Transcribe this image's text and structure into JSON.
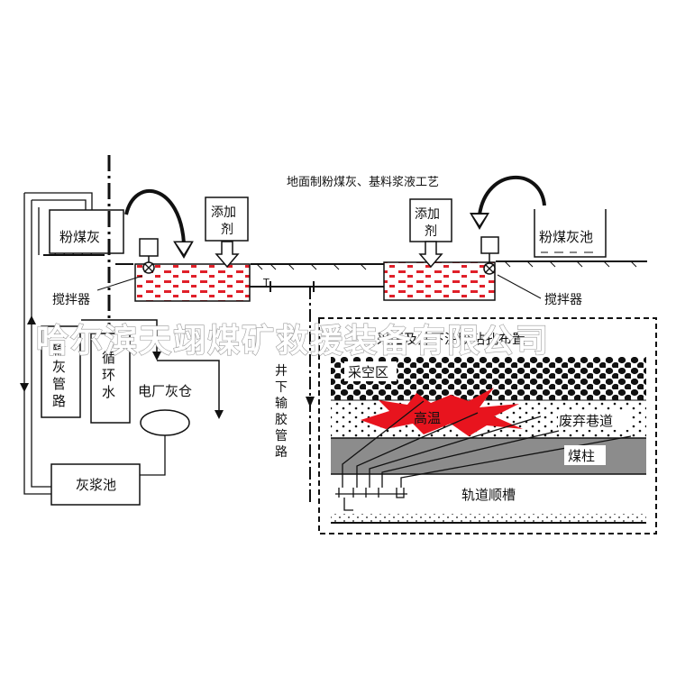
{
  "labels": {
    "process_title": "地面制粉煤灰、基料浆液工艺",
    "left_ash_bin": "粉煤灰",
    "right_ash_pool": "粉煤灰池",
    "additive_left_1": "添加",
    "additive_left_2": "剂",
    "additive_right_1": "添加",
    "additive_right_2": "剂",
    "mixer_left": "搅拌器",
    "mixer_right": "搅拌器",
    "ash_pipe_chars": [
      "输",
      "灰",
      "管",
      "路"
    ],
    "circulating_water_chars": [
      "循",
      "环",
      "水"
    ],
    "power_plant_silo": "电厂灰仓",
    "slurry_pool": "灰浆池",
    "underground_pipe_chars": [
      "井",
      "下",
      "输",
      "胶",
      "管",
      "路"
    ],
    "section_title": "采区及井下注胶钻孔布置",
    "goaf": "采空区",
    "high_temp": "高温",
    "abandoned_roadway": "废弃巷道",
    "coal_pillar": "煤柱",
    "rail_chute": "轨道顺槽"
  },
  "watermark": "哈尔滨天翊煤矿救援装备有限公司",
  "colors": {
    "line": "#111111",
    "slurry_dash": "#e0202a",
    "fire": "#e8141e",
    "coal_pillar_fill": "#8c8c8c",
    "watermark_stroke": "#9a9a9a"
  }
}
